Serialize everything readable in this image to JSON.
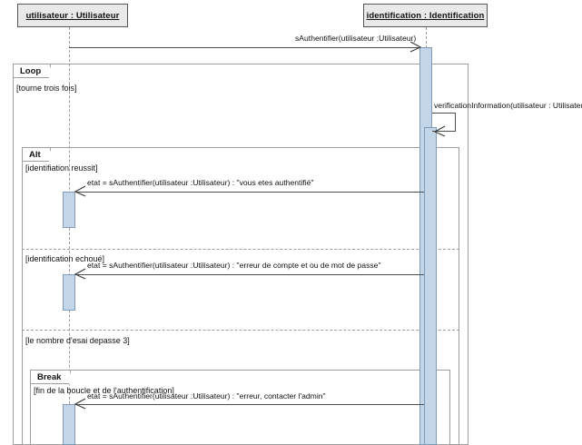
{
  "diagram": {
    "type": "uml-sequence-diagram",
    "title": "",
    "participants": [
      {
        "name": "utilisateur-lifeline",
        "label": "utilisateur : Utilisateur"
      },
      {
        "name": "identification-lifeline",
        "label": "identification : Identification"
      }
    ],
    "fragments": [
      {
        "name": "loop-fragment",
        "operator": "Loop",
        "guard": "[tourne trois fois]"
      },
      {
        "name": "alt-fragment",
        "operator": "Alt",
        "guards": [
          "[identifiation reussit]",
          "[identification echoué]",
          "[le nombre d'esai depasse 3]"
        ]
      },
      {
        "name": "break-fragment",
        "operator": "Break",
        "guard": "[fin de la boucle et de  l'authentification]"
      }
    ],
    "messages": [
      {
        "name": "message-sauthentifier",
        "label": "sAuthentifier(utilisateur :Utilisateur)",
        "direction": "right"
      },
      {
        "name": "message-verification-information",
        "label": "verificationInformation(utilisateur : Utilisateur",
        "direction": "self"
      },
      {
        "name": "message-return-authentifie",
        "label": "etat = sAuthentifier(utilisateur :Utilisateur) : \"vous etes authentifié\"",
        "direction": "left"
      },
      {
        "name": "message-return-erreur-compte",
        "label": "etat = sAuthentifier(utilisateur :Utilisateur) : \"erreur de compte et ou de mot de passe\"",
        "direction": "left"
      },
      {
        "name": "message-return-contacter-admin",
        "label": "etat = sAuthentifier(utilisateur :Utilisateur) : \"erreur, contacter l'admin\"",
        "direction": "left"
      }
    ],
    "colors": {
      "activation_fill": "#c3d6e8",
      "activation_border": "#7e9cb6",
      "participant_fill": "#e9e9e9",
      "participant_border": "#555555",
      "fragment_border": "#9e9e9e",
      "message_line": "#4d4d4d",
      "lifeline": "#9a9a9a"
    }
  }
}
